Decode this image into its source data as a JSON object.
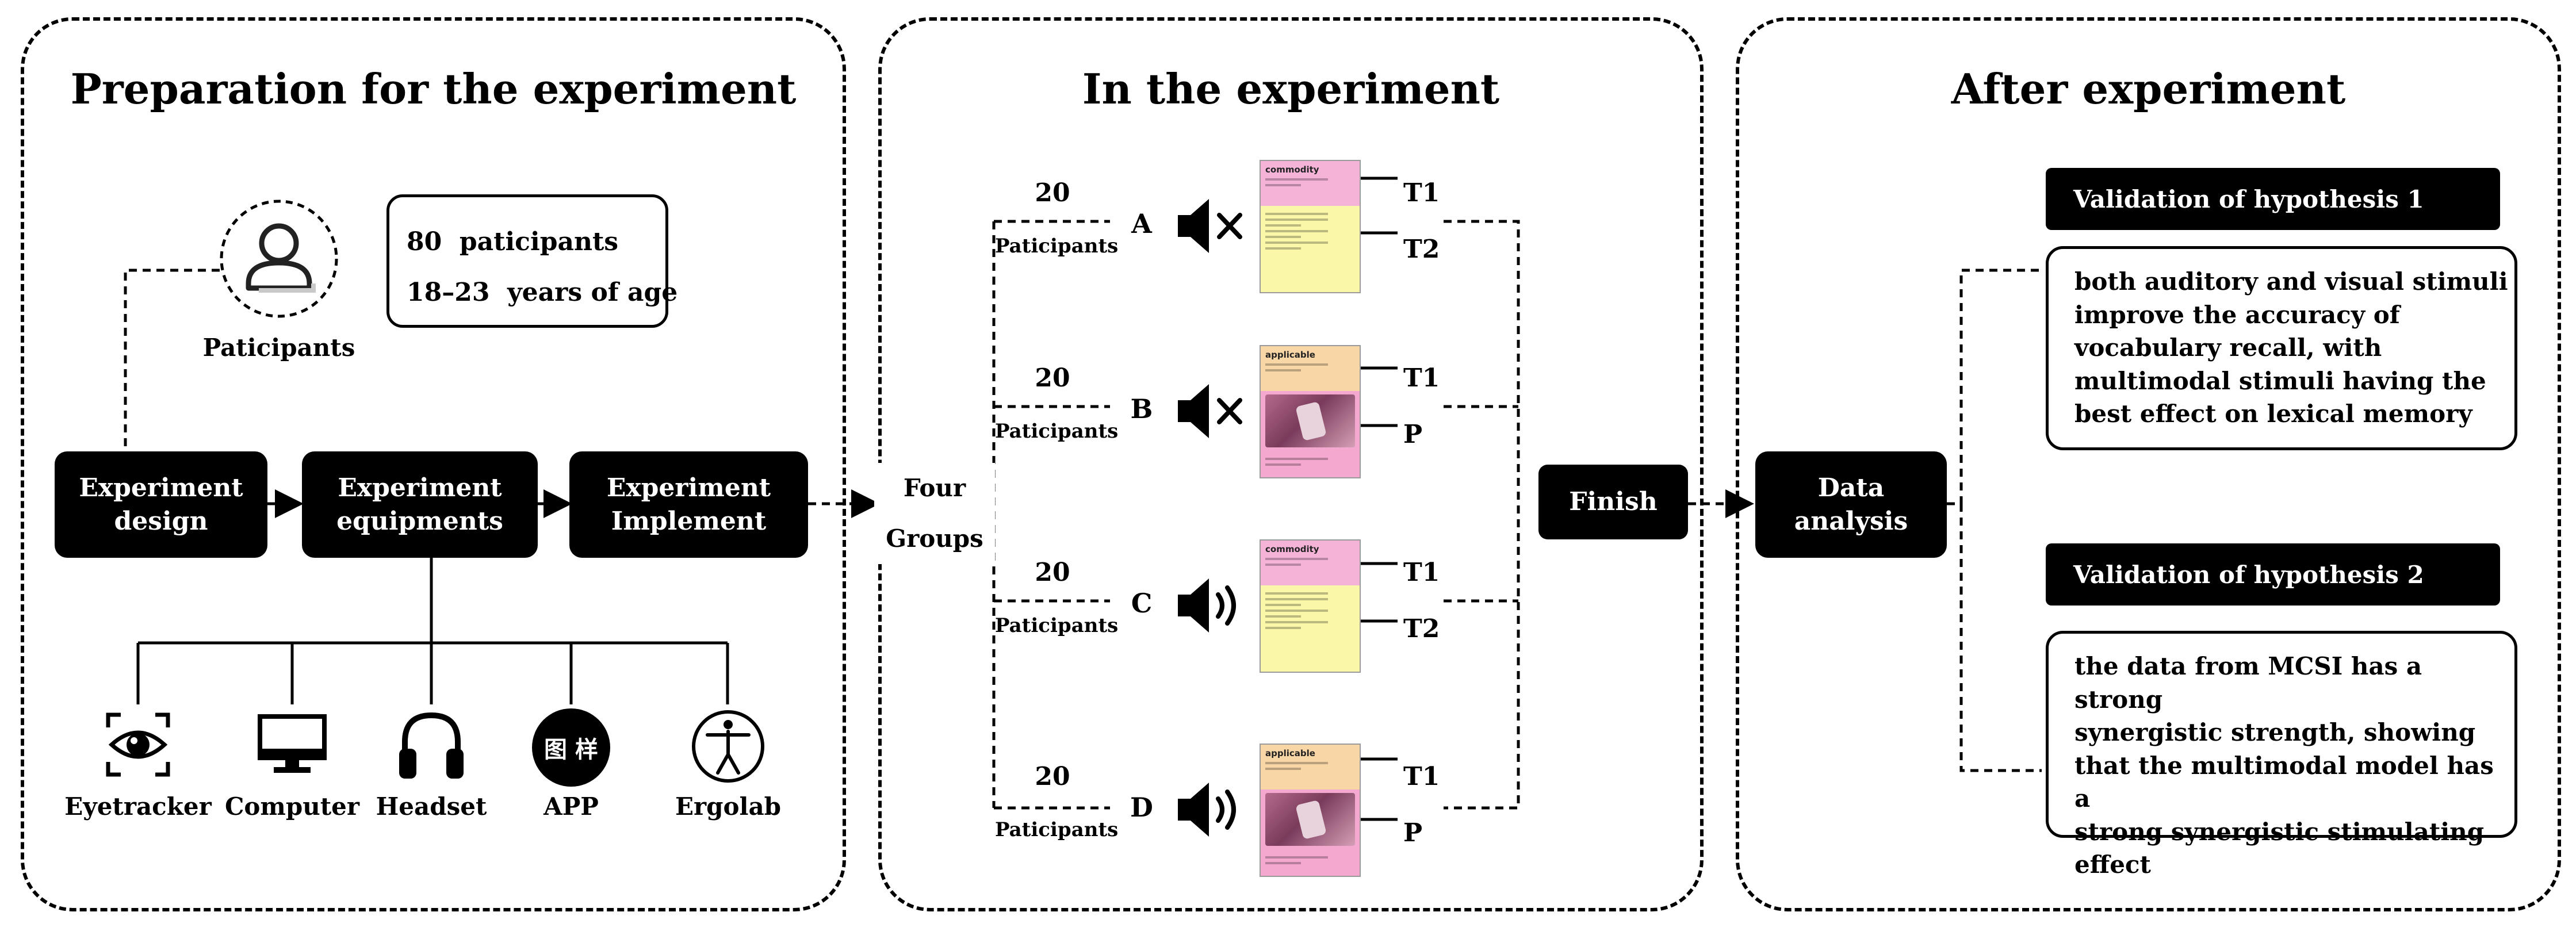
{
  "panels": {
    "prep_title": "Preparation for the experiment",
    "in_title": "In the experiment",
    "after_title": "After experiment"
  },
  "participants": {
    "label": "Paticipants",
    "count_line": "80  paticipants",
    "age_line": "18–23  years of age"
  },
  "stages": {
    "design": [
      "Experiment",
      "design"
    ],
    "equipments": [
      "Experiment",
      "equipments"
    ],
    "implement": [
      "Experiment",
      "Implement"
    ]
  },
  "equipment_items": [
    {
      "label": "Eyetracker",
      "icon": "eyetracker-icon"
    },
    {
      "label": "Computer",
      "icon": "computer-icon"
    },
    {
      "label": "Headset",
      "icon": "headset-icon"
    },
    {
      "label": "APP",
      "icon": "app-icon",
      "glyph": "图 样"
    },
    {
      "label": "Ergolab",
      "icon": "ergolab-icon"
    }
  ],
  "four_groups": [
    "Four",
    "Groups"
  ],
  "groups": [
    {
      "count": "20",
      "label": "Paticipants",
      "letter": "A",
      "sound": "muted",
      "card_word": "commodity",
      "card_color": "#f5b3d8",
      "card_body": "#fbf7a8",
      "tags": [
        "T1",
        "T2"
      ]
    },
    {
      "count": "20",
      "label": "Paticipants",
      "letter": "B",
      "sound": "muted",
      "card_word": "applicable",
      "card_color": "#f9d6a6",
      "card_body": "#f4a8d0",
      "tags": [
        "T1",
        "P"
      ]
    },
    {
      "count": "20",
      "label": "Paticipants",
      "letter": "C",
      "sound": "on",
      "card_word": "commodity",
      "card_color": "#f5b3d8",
      "card_body": "#fbf7a8",
      "tags": [
        "T1",
        "T2"
      ]
    },
    {
      "count": "20",
      "label": "Paticipants",
      "letter": "D",
      "sound": "on",
      "card_word": "applicable",
      "card_color": "#f9d6a6",
      "card_body": "#f4a8d0",
      "tags": [
        "T1",
        "P"
      ]
    }
  ],
  "finish": "Finish",
  "data_analysis": [
    "Data",
    "analysis"
  ],
  "hypotheses": [
    {
      "title": "Validation of hypothesis 1",
      "lines": [
        "both auditory and visual stimuli",
        "improve the accuracy of",
        "vocabulary recall, with",
        "multimodal stimuli having the",
        "best effect on lexical memory"
      ]
    },
    {
      "title": "Validation of hypothesis 2",
      "lines": [
        "the data from MCSI has a strong",
        "synergistic strength, showing",
        "that the multimodal model has a",
        "strong synergistic stimulating",
        "effect"
      ]
    }
  ]
}
